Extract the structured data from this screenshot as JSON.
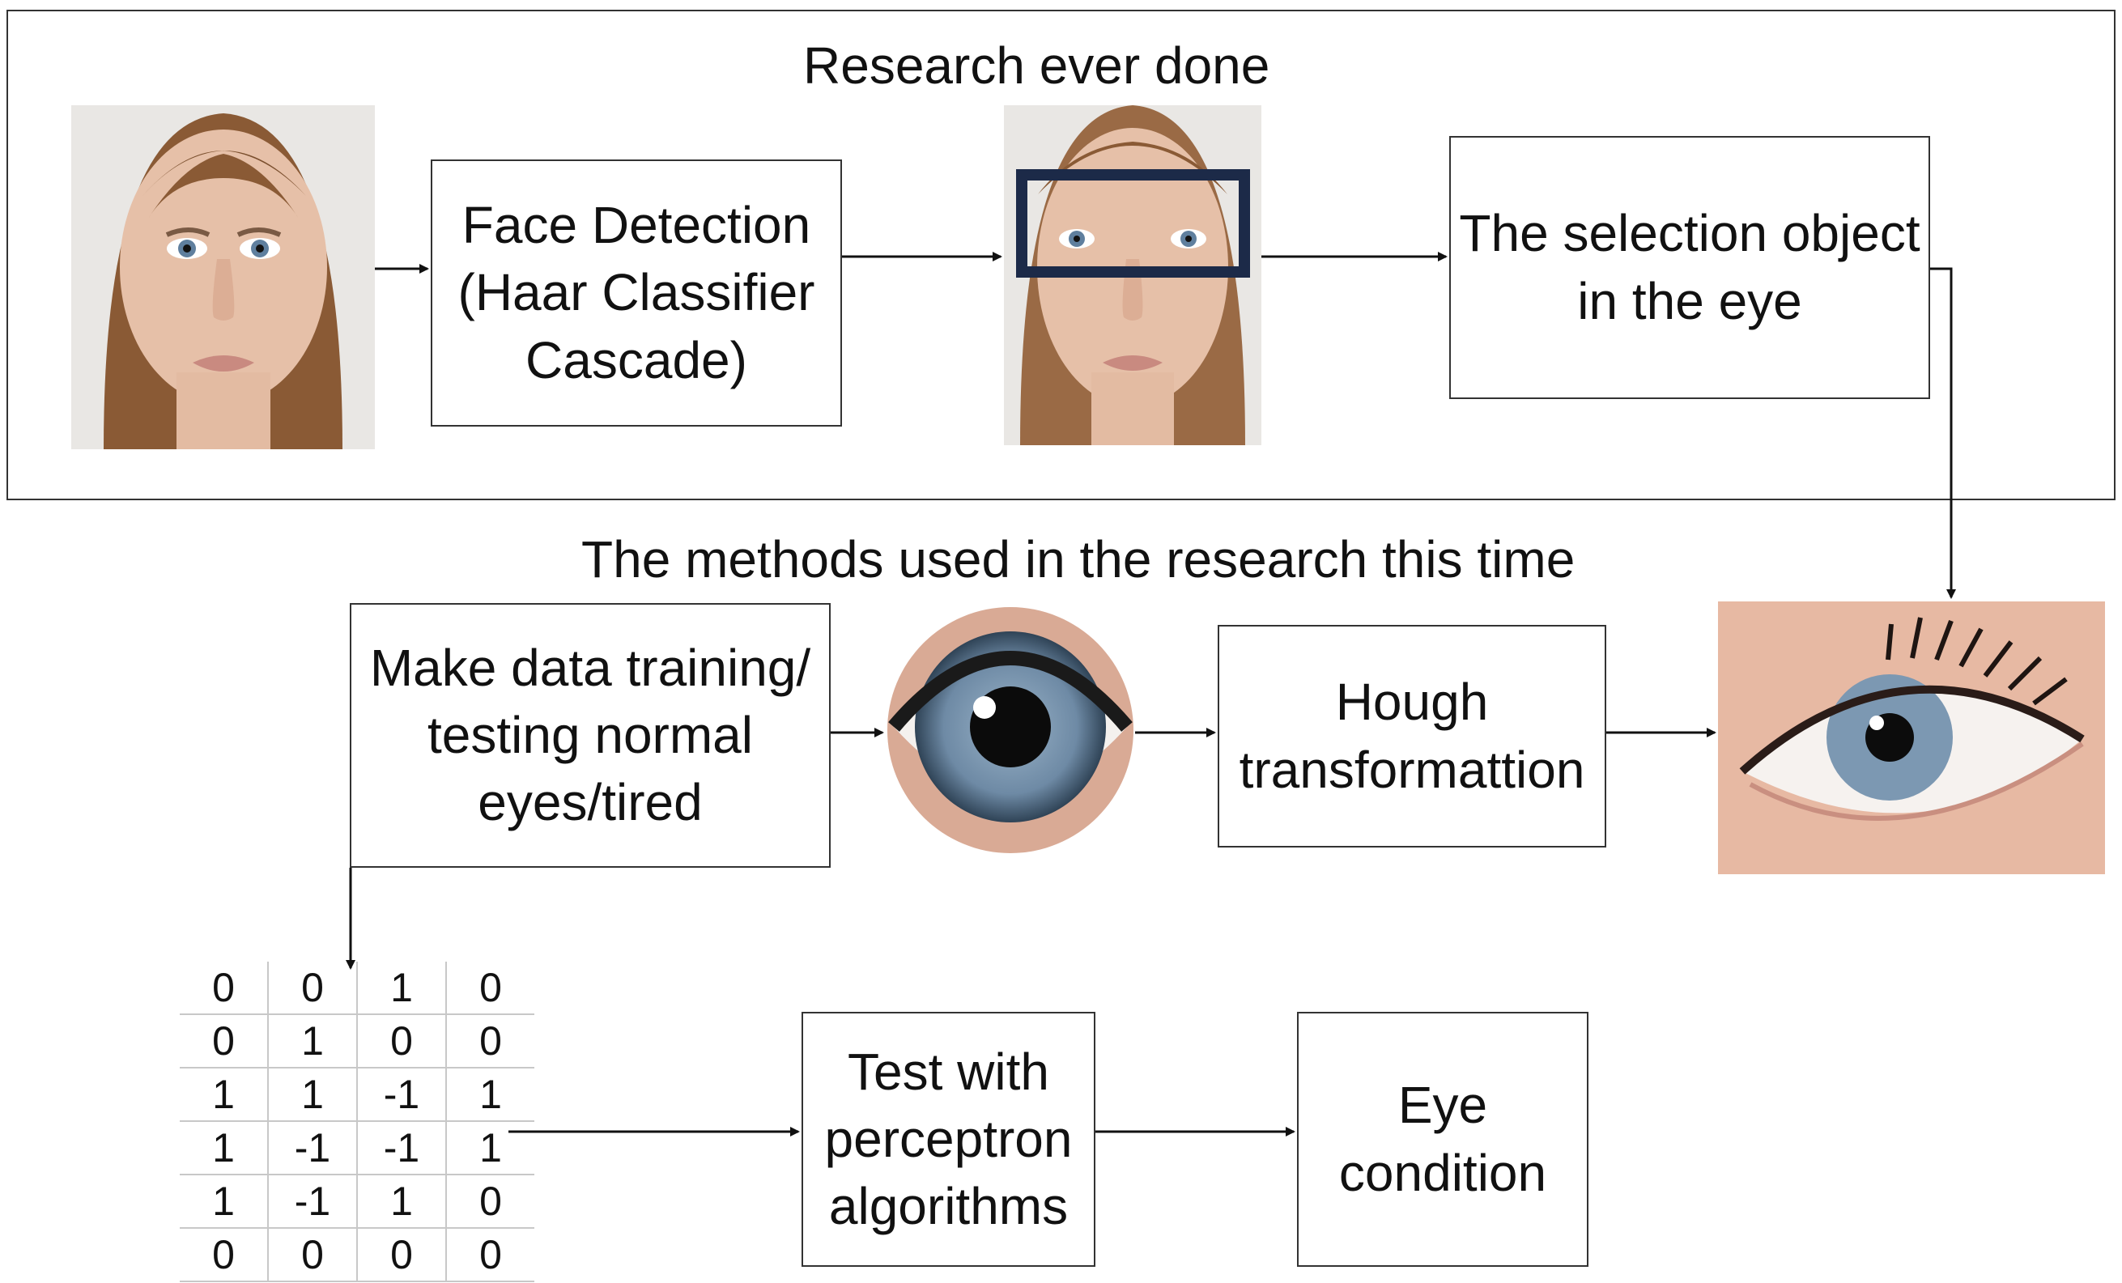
{
  "headings": {
    "top": "Research ever done",
    "middle": "The methods used in the research this time"
  },
  "boxes": {
    "face_detection": [
      "Face Detection",
      "(Haar Classifier",
      "Cascade)"
    ],
    "selection_object": [
      "The selection object",
      "in the eye"
    ],
    "make_data": [
      "Make data training/",
      "testing normal",
      "eyes/tired"
    ],
    "hough": [
      "Hough",
      "transformattion"
    ],
    "test_perceptron": [
      "Test with",
      "perceptron",
      "algorithms"
    ],
    "eye_condition": [
      "Eye",
      "condition"
    ]
  },
  "matrix": [
    [
      "0",
      "0",
      "1",
      "0"
    ],
    [
      "0",
      "1",
      "0",
      "0"
    ],
    [
      "1",
      "1",
      "-1",
      "1"
    ],
    [
      "1",
      "-1",
      "-1",
      "1"
    ],
    [
      "1",
      "-1",
      "1",
      "0"
    ],
    [
      "0",
      "0",
      "0",
      "0"
    ]
  ],
  "images": {
    "face_photo": "face-photo",
    "face_with_eye_region": "face-eye-region-photo",
    "iris_closeup": "iris-photo",
    "eye_closeup": "eye-photo"
  },
  "colors": {
    "eye_region_box": "#1c2a48",
    "iris": "#6e8aa5",
    "skin": "#e6c0a8",
    "hair": "#8a5a35"
  }
}
